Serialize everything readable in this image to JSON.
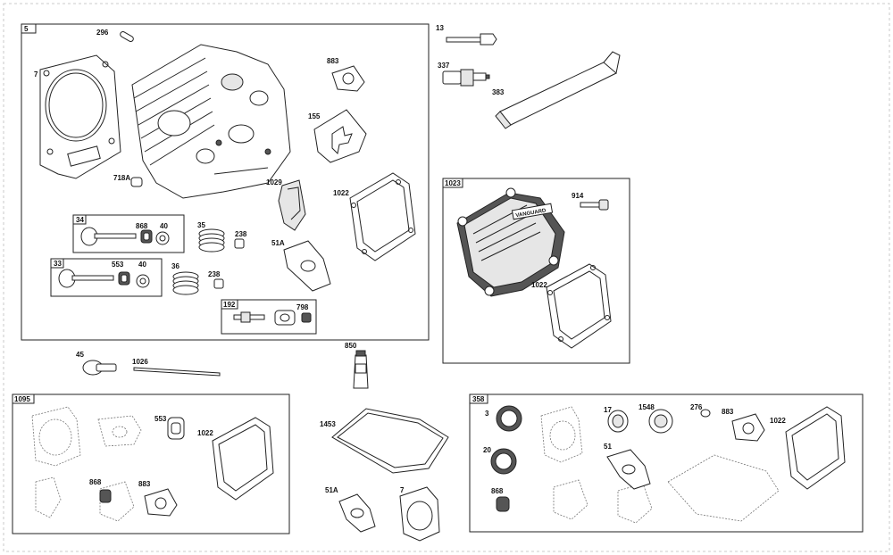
{
  "boxes": {
    "main": "5",
    "valve_34": "34",
    "valve_33": "33",
    "kit_192": "192",
    "cover_1023": "1023",
    "kit_1095": "1095",
    "kit_358": "358"
  },
  "labels": {
    "p296": "296",
    "p7": "7",
    "p883": "883",
    "p155": "155",
    "p718A": "718A",
    "p1029": "1029",
    "p1022": "1022",
    "p51A": "51A",
    "p868": "868",
    "p40": "40",
    "p35": "35",
    "p238": "238",
    "p553": "553",
    "p36": "36",
    "p798": "798",
    "p13": "13",
    "p337": "337",
    "p383": "383",
    "p914": "914",
    "p45": "45",
    "p1026": "1026",
    "p850": "850",
    "p1453": "1453",
    "p3": "3",
    "p17": "17",
    "p1548": "1548",
    "p276": "276",
    "p20": "20",
    "p51": "51",
    "p7b": "7",
    "p51Ab": "51A"
  },
  "cover_brand": "VANGUARD"
}
